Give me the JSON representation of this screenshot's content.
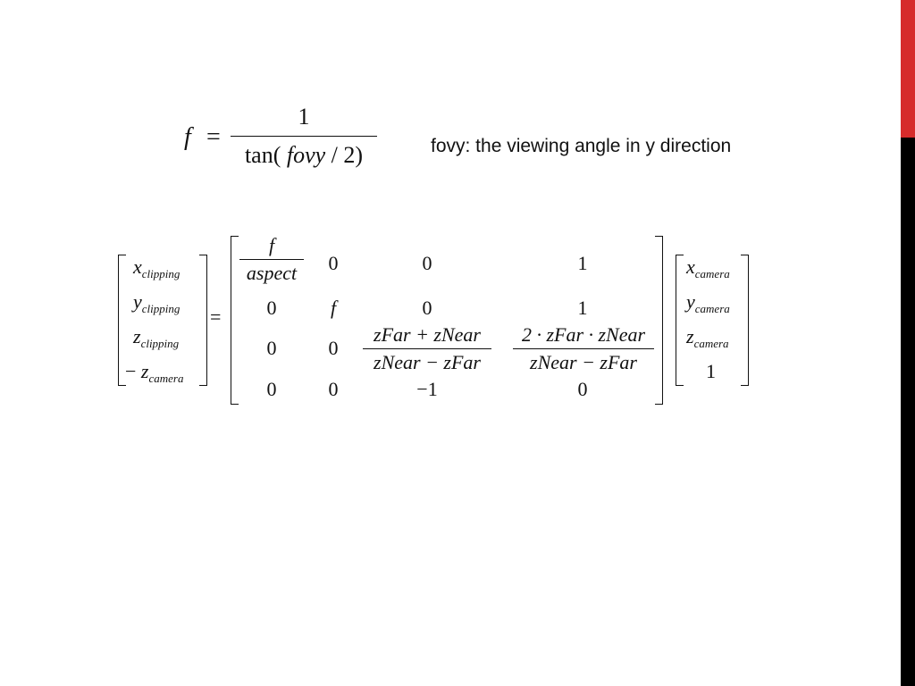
{
  "accent": {
    "red": "#d62b2b",
    "black": "#000000"
  },
  "formula": {
    "lhs": "f",
    "eq": "=",
    "numerator": "1",
    "den_func": "tan(",
    "den_var": "fovy",
    "den_rest": "/ 2)"
  },
  "caption": "fovy: the viewing angle in y direction",
  "clipping_vector": [
    {
      "sign": "",
      "var": "x",
      "sub": "clipping"
    },
    {
      "sign": "",
      "var": "y",
      "sub": "clipping"
    },
    {
      "sign": "",
      "var": "z",
      "sub": "clipping"
    },
    {
      "sign": "−",
      "var": "z",
      "sub": "camera"
    }
  ],
  "equals": "=",
  "matrix": {
    "r1": {
      "c1_num": "f",
      "c1_den": "aspect",
      "c2": "0",
      "c3": "0",
      "c4": "1"
    },
    "r2": {
      "c1": "0",
      "c2": "f",
      "c3": "0",
      "c4": "1"
    },
    "r3": {
      "c1": "0",
      "c2": "0",
      "c3_num": "zFar + zNear",
      "c3_den": "zNear − zFar",
      "c4_num": "2 · zFar · zNear",
      "c4_den": "zNear − zFar"
    },
    "r4": {
      "c1": "0",
      "c2": "0",
      "c3": "−1",
      "c4": "0"
    }
  },
  "camera_vector": [
    {
      "var": "x",
      "sub": "camera"
    },
    {
      "var": "y",
      "sub": "camera"
    },
    {
      "var": "z",
      "sub": "camera"
    },
    {
      "var": "1",
      "sub": ""
    }
  ]
}
